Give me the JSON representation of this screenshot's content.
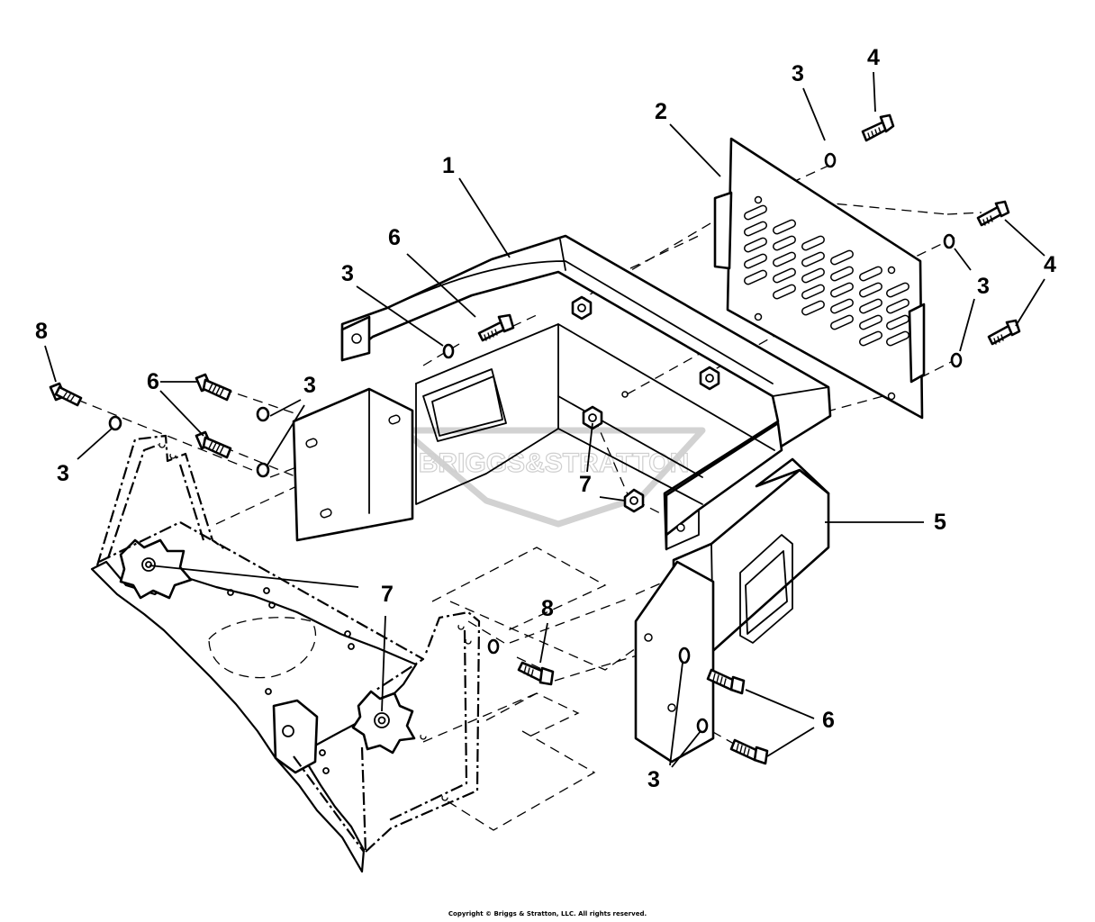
{
  "diagram": {
    "callouts": [
      {
        "id": "c1",
        "label": "1"
      },
      {
        "id": "c2",
        "label": "2"
      },
      {
        "id": "c3a",
        "label": "3"
      },
      {
        "id": "c4a",
        "label": "4"
      },
      {
        "id": "c3b",
        "label": "3"
      },
      {
        "id": "c4b",
        "label": "4"
      },
      {
        "id": "c6a",
        "label": "6"
      },
      {
        "id": "c3c",
        "label": "3"
      },
      {
        "id": "c8a",
        "label": "8"
      },
      {
        "id": "c6b",
        "label": "6"
      },
      {
        "id": "c3d",
        "label": "3"
      },
      {
        "id": "c3e",
        "label": "3"
      },
      {
        "id": "c7a",
        "label": "7"
      },
      {
        "id": "c5",
        "label": "5"
      },
      {
        "id": "c7b",
        "label": "7"
      },
      {
        "id": "c8b",
        "label": "8"
      },
      {
        "id": "c6c",
        "label": "6"
      },
      {
        "id": "c3f",
        "label": "3"
      }
    ],
    "watermark": "BRIGGS&STRATTON"
  },
  "footer": {
    "copyright": "Copyright © Briggs & Stratton, LLC. All rights reserved."
  }
}
